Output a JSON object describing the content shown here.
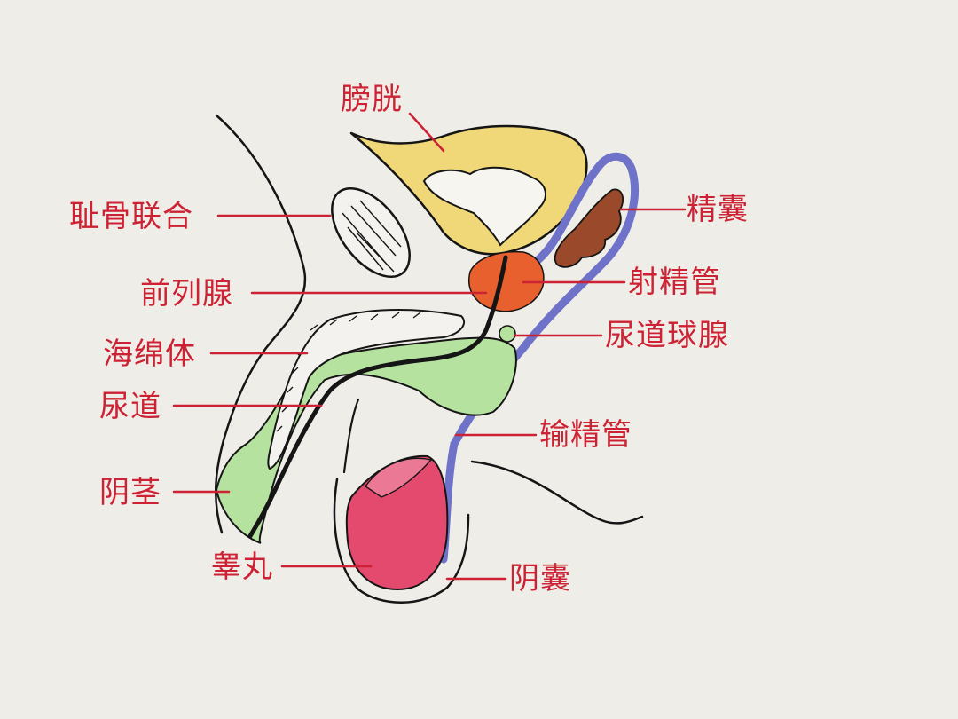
{
  "labels": {
    "bladder": "膀胱",
    "pubic_symphysis": "耻骨联合",
    "prostate": "前列腺",
    "corpus_cavernosum": "海绵体",
    "urethra": "尿道",
    "penis": "阴茎",
    "testis": "睾丸",
    "seminal_vesicle": "精囊",
    "ejaculatory_duct": "射精管",
    "bulbourethral_gland": "尿道球腺",
    "vas_deferens": "输精管",
    "scrotum": "阴囊"
  },
  "colors": {
    "label_text": "#cc2233",
    "leader_line": "#cc2233",
    "outline": "#151515",
    "bladder": "#f0d878",
    "prostate": "#e8602e",
    "seminal_vesicle": "#9a4a2a",
    "vas_deferens": "#6e72c8",
    "erectile_tissue": "#b6e2a0",
    "testis": "#e44a6e",
    "paper": "#efede8"
  }
}
